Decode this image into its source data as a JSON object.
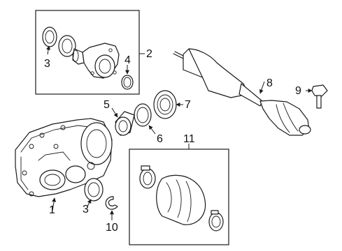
{
  "callouts": {
    "c1": "1",
    "c2": "2",
    "c3a": "3",
    "c3b": "3",
    "c4": "4",
    "c5": "5",
    "c6": "6",
    "c7": "7",
    "c8": "8",
    "c9": "9",
    "c10": "10",
    "c11": "11"
  }
}
